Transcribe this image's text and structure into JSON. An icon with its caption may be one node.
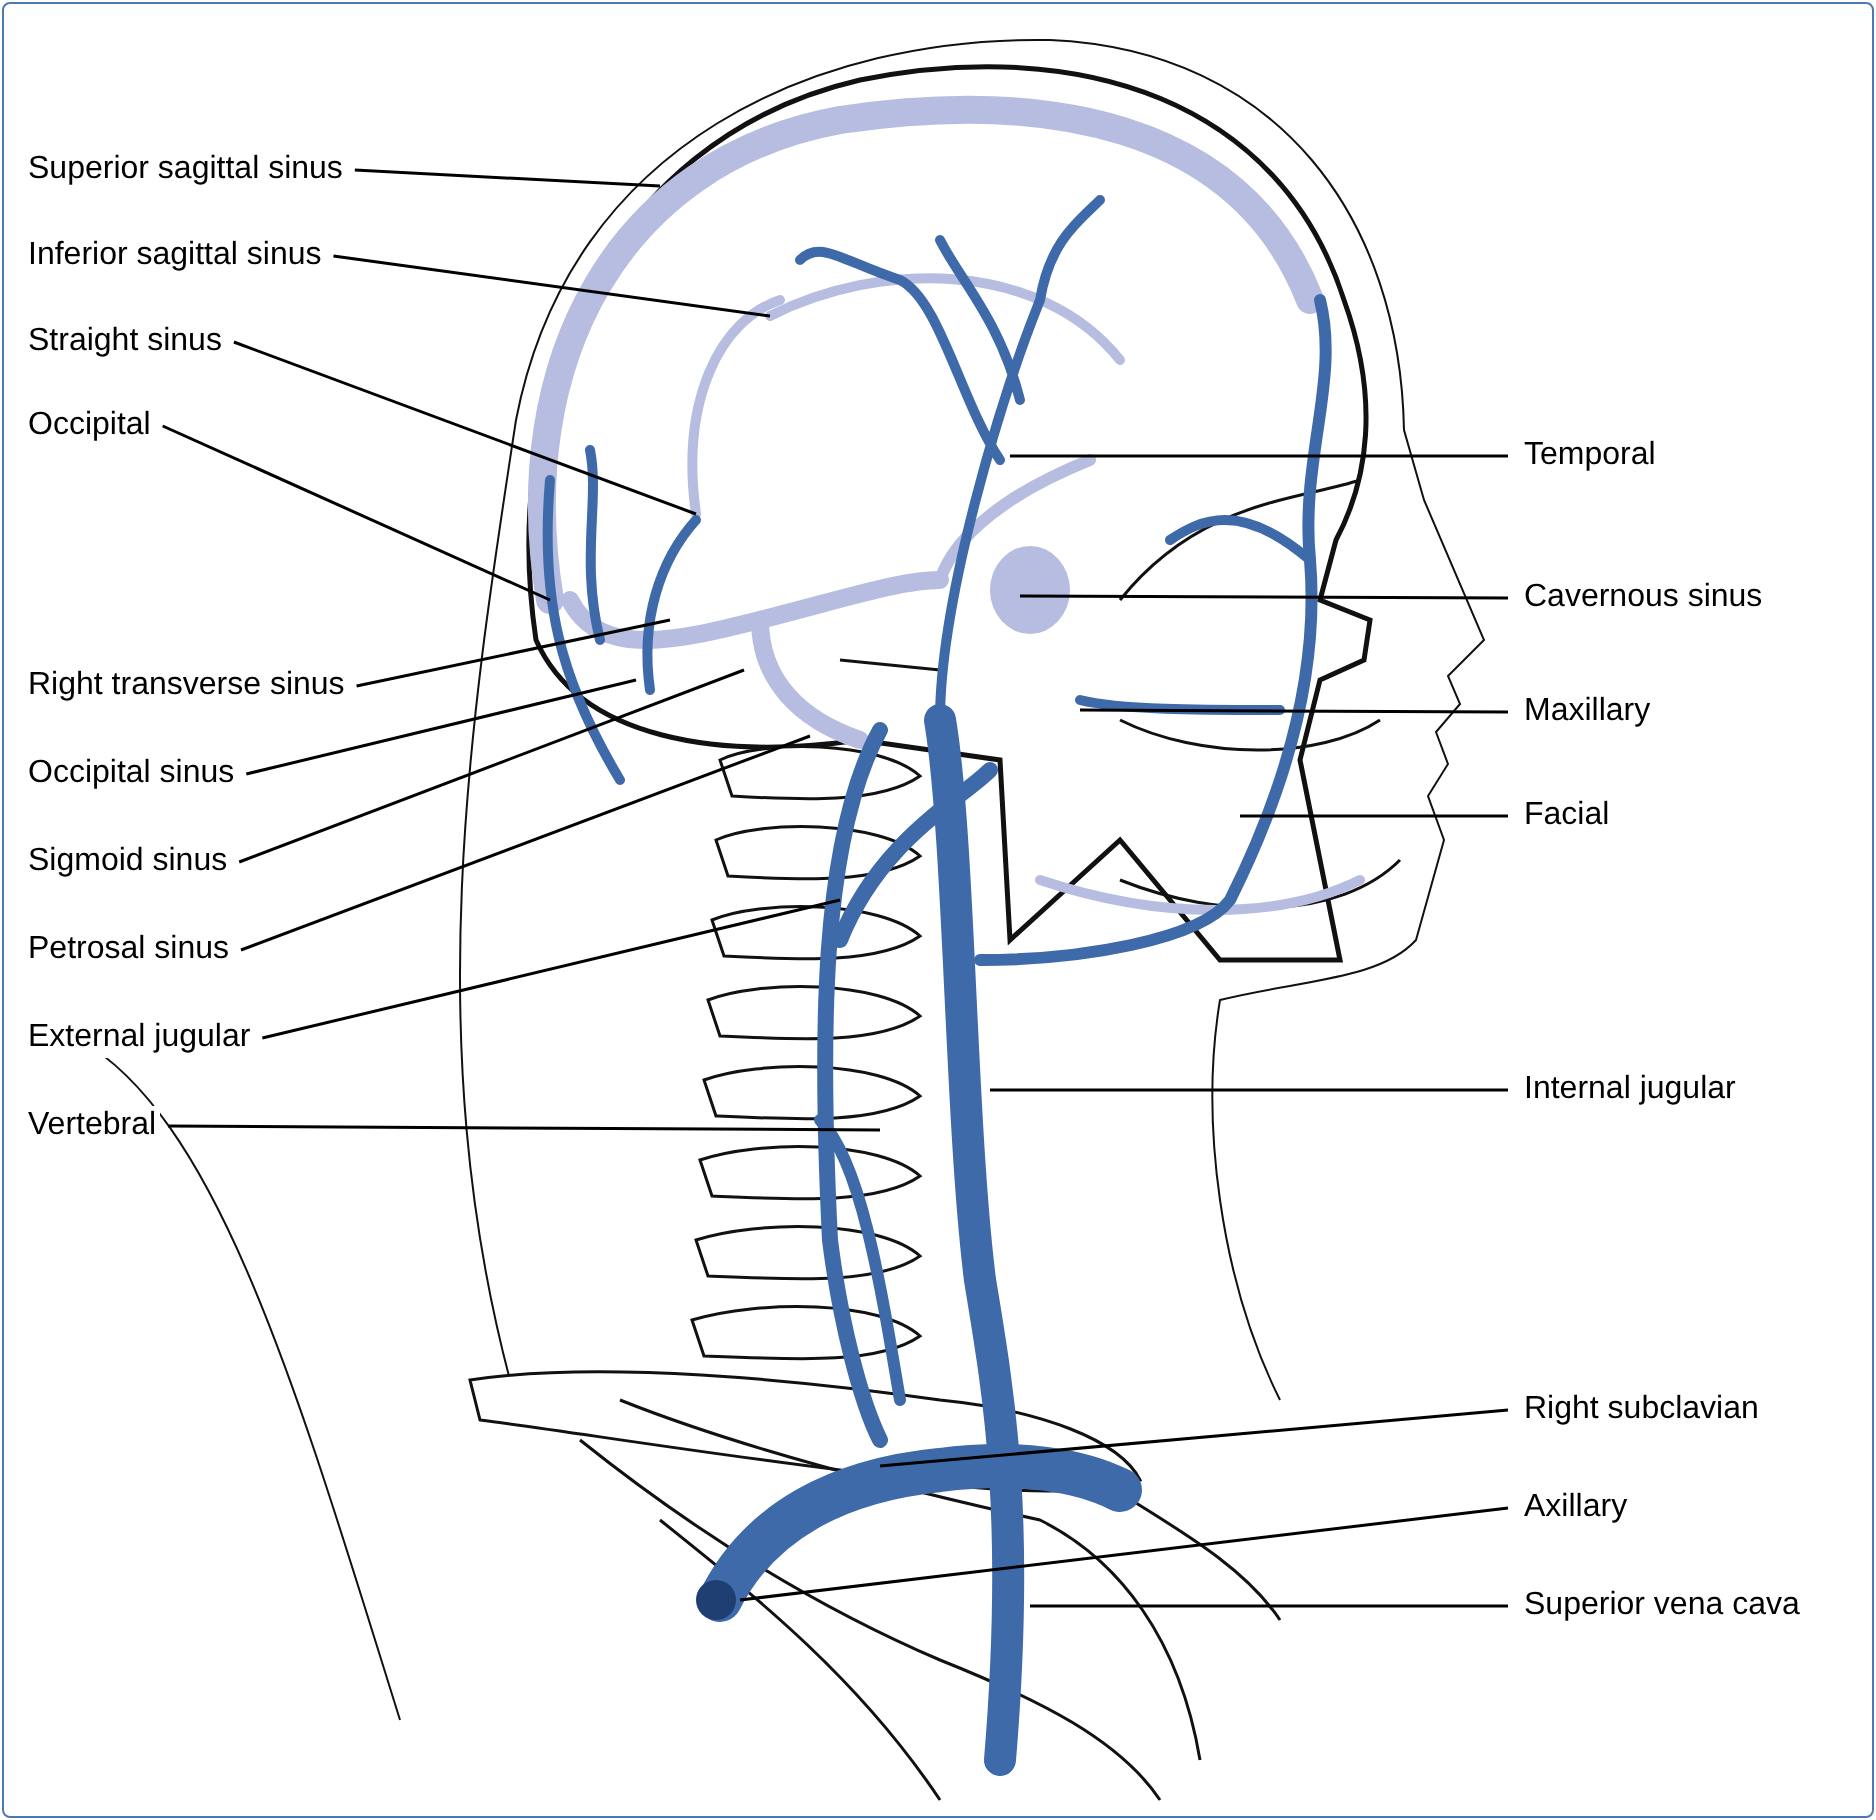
{
  "diagram": {
    "nodes": [
      {
        "text": [
          "Superior sagittal sinus"
        ]
      },
      {
        "text": [
          "Inferior sagittal sinus"
        ]
      },
      {
        "text": [
          "Straight sinus"
        ]
      },
      {
        "text": [
          "Occipital"
        ]
      },
      {
        "text": [
          "Right transverse sinus"
        ]
      },
      {
        "text": [
          "Occipital sinus"
        ]
      },
      {
        "text": [
          "Sigmoid sinus"
        ]
      },
      {
        "text": [
          "Petrosal sinus"
        ]
      },
      {
        "text": [
          "External jugular"
        ]
      },
      {
        "text": [
          "Vertebral"
        ]
      },
      {
        "text": [
          "Temporal"
        ]
      },
      {
        "text": [
          "Cavernous sinus"
        ]
      },
      {
        "text": [
          "Maxillary"
        ]
      },
      {
        "text": [
          "Facial"
        ]
      },
      {
        "text": [
          "Internal jugular"
        ]
      },
      {
        "text": [
          "Right subclavian"
        ]
      },
      {
        "text": [
          "Axillary"
        ]
      },
      {
        "text": [
          "Superior vena cava"
        ]
      }
    ],
    "edges": [
      {
        "from": 0,
        "to": null,
        "arrow": "none"
      },
      {
        "from": 1,
        "to": null,
        "arrow": "none"
      },
      {
        "from": 2,
        "to": null,
        "arrow": "none"
      },
      {
        "from": 3,
        "to": null,
        "arrow": "none"
      },
      {
        "from": 4,
        "to": null,
        "arrow": "none"
      },
      {
        "from": 5,
        "to": null,
        "arrow": "none"
      },
      {
        "from": 6,
        "to": null,
        "arrow": "none"
      },
      {
        "from": 7,
        "to": null,
        "arrow": "none"
      },
      {
        "from": 8,
        "to": null,
        "arrow": "none"
      },
      {
        "from": 9,
        "to": null,
        "arrow": "none"
      },
      {
        "from": 10,
        "to": null,
        "arrow": "none"
      },
      {
        "from": 11,
        "to": null,
        "arrow": "none"
      },
      {
        "from": 12,
        "to": null,
        "arrow": "none"
      },
      {
        "from": 13,
        "to": null,
        "arrow": "none"
      },
      {
        "from": 14,
        "to": null,
        "arrow": "none"
      },
      {
        "from": 15,
        "to": null,
        "arrow": "none"
      },
      {
        "from": 16,
        "to": null,
        "arrow": "none"
      },
      {
        "from": 17,
        "to": null,
        "arrow": "none"
      }
    ]
  }
}
